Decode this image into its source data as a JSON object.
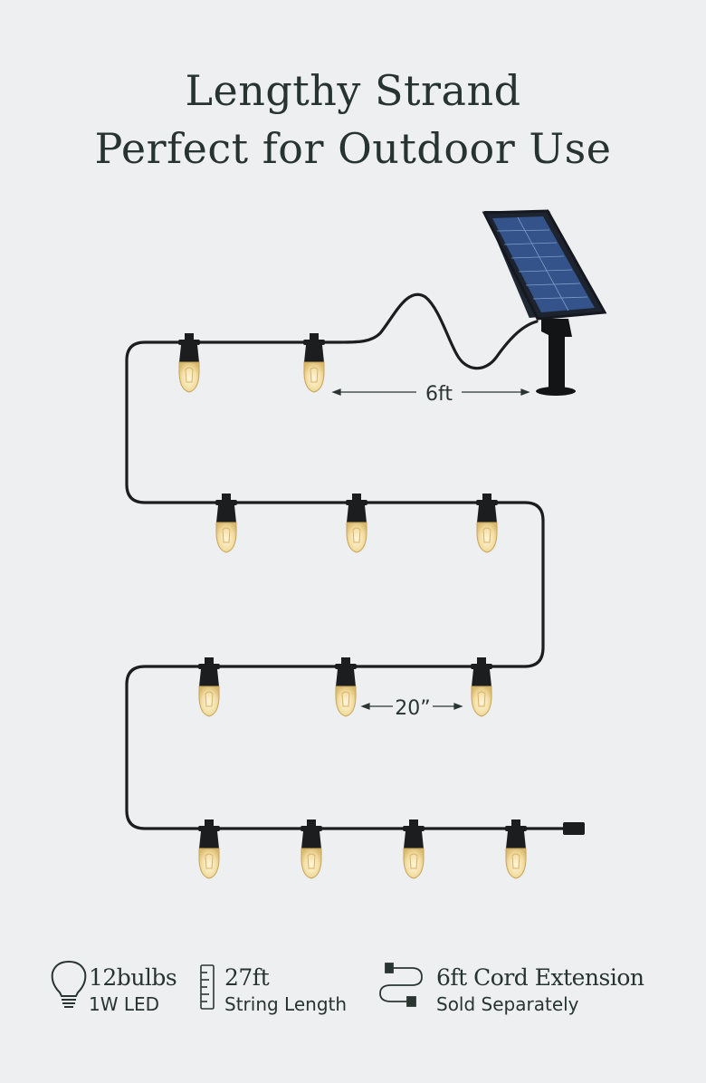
{
  "header": {
    "line1": "Lengthy Strand",
    "line2": "Perfect for Outdoor Use"
  },
  "diagram": {
    "cord_label": "6ft",
    "spacing_label": "20”",
    "bulb_rows": [
      2,
      3,
      3,
      4
    ],
    "colors": {
      "cord": "#1b1d1e",
      "bulb": "#f6e6b6",
      "panel": "#2a3f6b"
    }
  },
  "specs": [
    {
      "icon": "bulb-icon",
      "big": "12bulbs",
      "small": "1W LED"
    },
    {
      "icon": "ruler-icon",
      "big": "27ft",
      "small": "String Length"
    },
    {
      "icon": "cord-icon",
      "big": "6ft Cord Extension",
      "small": "Sold Separately"
    }
  ]
}
